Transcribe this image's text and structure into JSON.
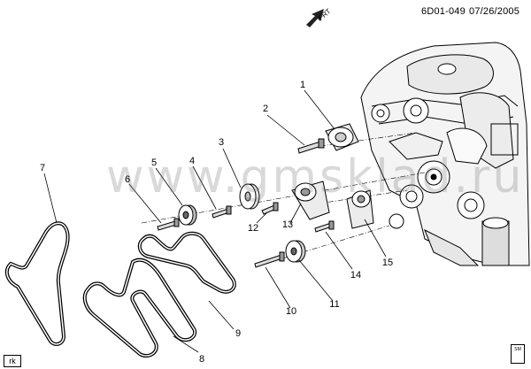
{
  "header": {
    "code": "6D01-049",
    "date": "07/26/2005"
  },
  "arrow_label": "FRT",
  "watermark": "www.gmsklad.ru",
  "corner_tag": "rk",
  "badge_text": "SM",
  "callouts": {
    "c1": "1",
    "c2": "2",
    "c3": "3",
    "c4": "4",
    "c5": "5",
    "c6": "6",
    "c7": "7",
    "c8": "8",
    "c9": "9",
    "c10": "10",
    "c11": "11",
    "c12": "12",
    "c13": "13",
    "c14": "14",
    "c15": "15"
  }
}
